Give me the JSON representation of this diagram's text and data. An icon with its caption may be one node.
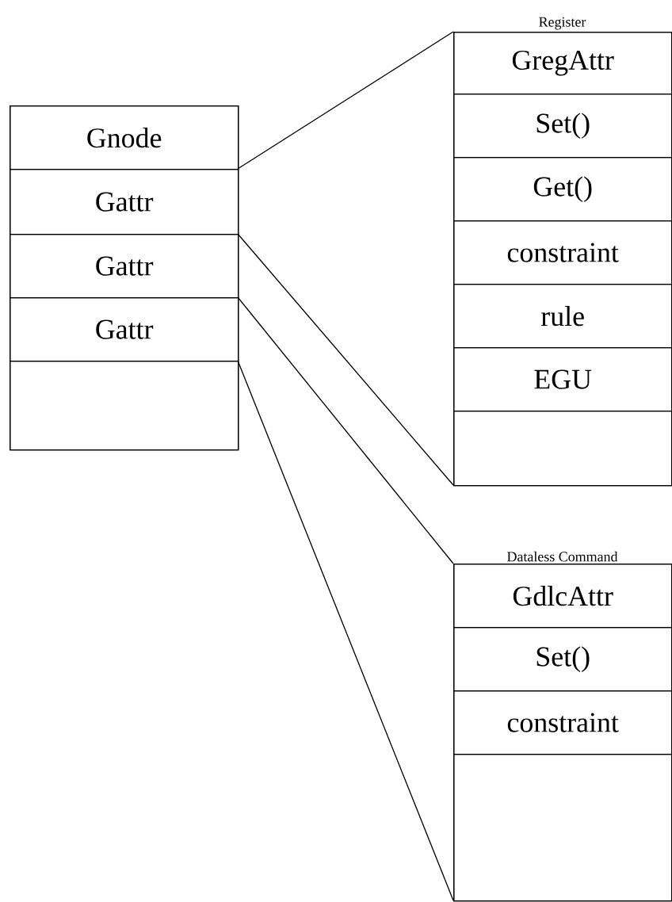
{
  "diagram": {
    "nodes": [
      {
        "text": [],
        "shape": "box"
      },
      {
        "text": [
          "Gnode"
        ],
        "in": 0
      },
      {
        "text": [
          "Gattr"
        ],
        "in": 0
      },
      {
        "text": [
          "Gattr"
        ],
        "in": 0
      },
      {
        "text": [
          "Gattr"
        ],
        "in": 0
      },
      {
        "text": [],
        "shape": "box",
        "in": 0
      },
      {
        "text": [
          "Register"
        ]
      },
      {
        "text": [
          "GregAttr"
        ],
        "in": 6
      },
      {
        "text": [
          "Set()"
        ],
        "in": 6
      },
      {
        "text": [
          "Get()"
        ],
        "in": 6
      },
      {
        "text": [
          "constraint"
        ],
        "in": 6
      },
      {
        "text": [
          "rule"
        ],
        "in": 6
      },
      {
        "text": [
          "EGU"
        ],
        "in": 6
      },
      {
        "text": [],
        "shape": "box",
        "in": 6
      },
      {
        "text": [
          "Dataless Command"
        ]
      },
      {
        "text": [
          "GdlcAttr"
        ],
        "in": 14
      },
      {
        "text": [
          "Set()"
        ],
        "in": 14
      },
      {
        "text": [
          "constraint"
        ],
        "in": 14
      },
      {
        "text": [],
        "shape": "box",
        "in": 14
      }
    ],
    "edges": [
      {
        "from": 2,
        "to": 6,
        "arrow": "none"
      },
      {
        "from": 2,
        "to": 6,
        "arrow": "none"
      },
      {
        "from": 4,
        "to": 14,
        "arrow": "none"
      },
      {
        "from": 4,
        "to": 14,
        "arrow": "none"
      }
    ]
  }
}
